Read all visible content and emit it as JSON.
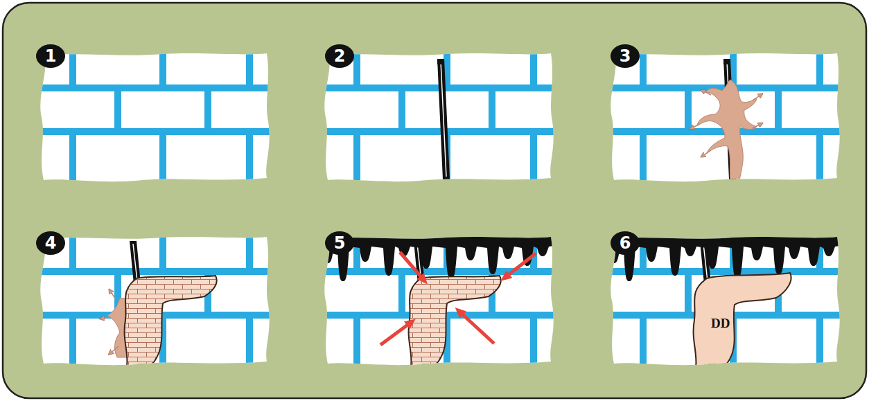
{
  "diagram": {
    "labels": [
      "1",
      "2",
      "3",
      "4",
      "5",
      "6",
      "DD"
    ]
  }
}
